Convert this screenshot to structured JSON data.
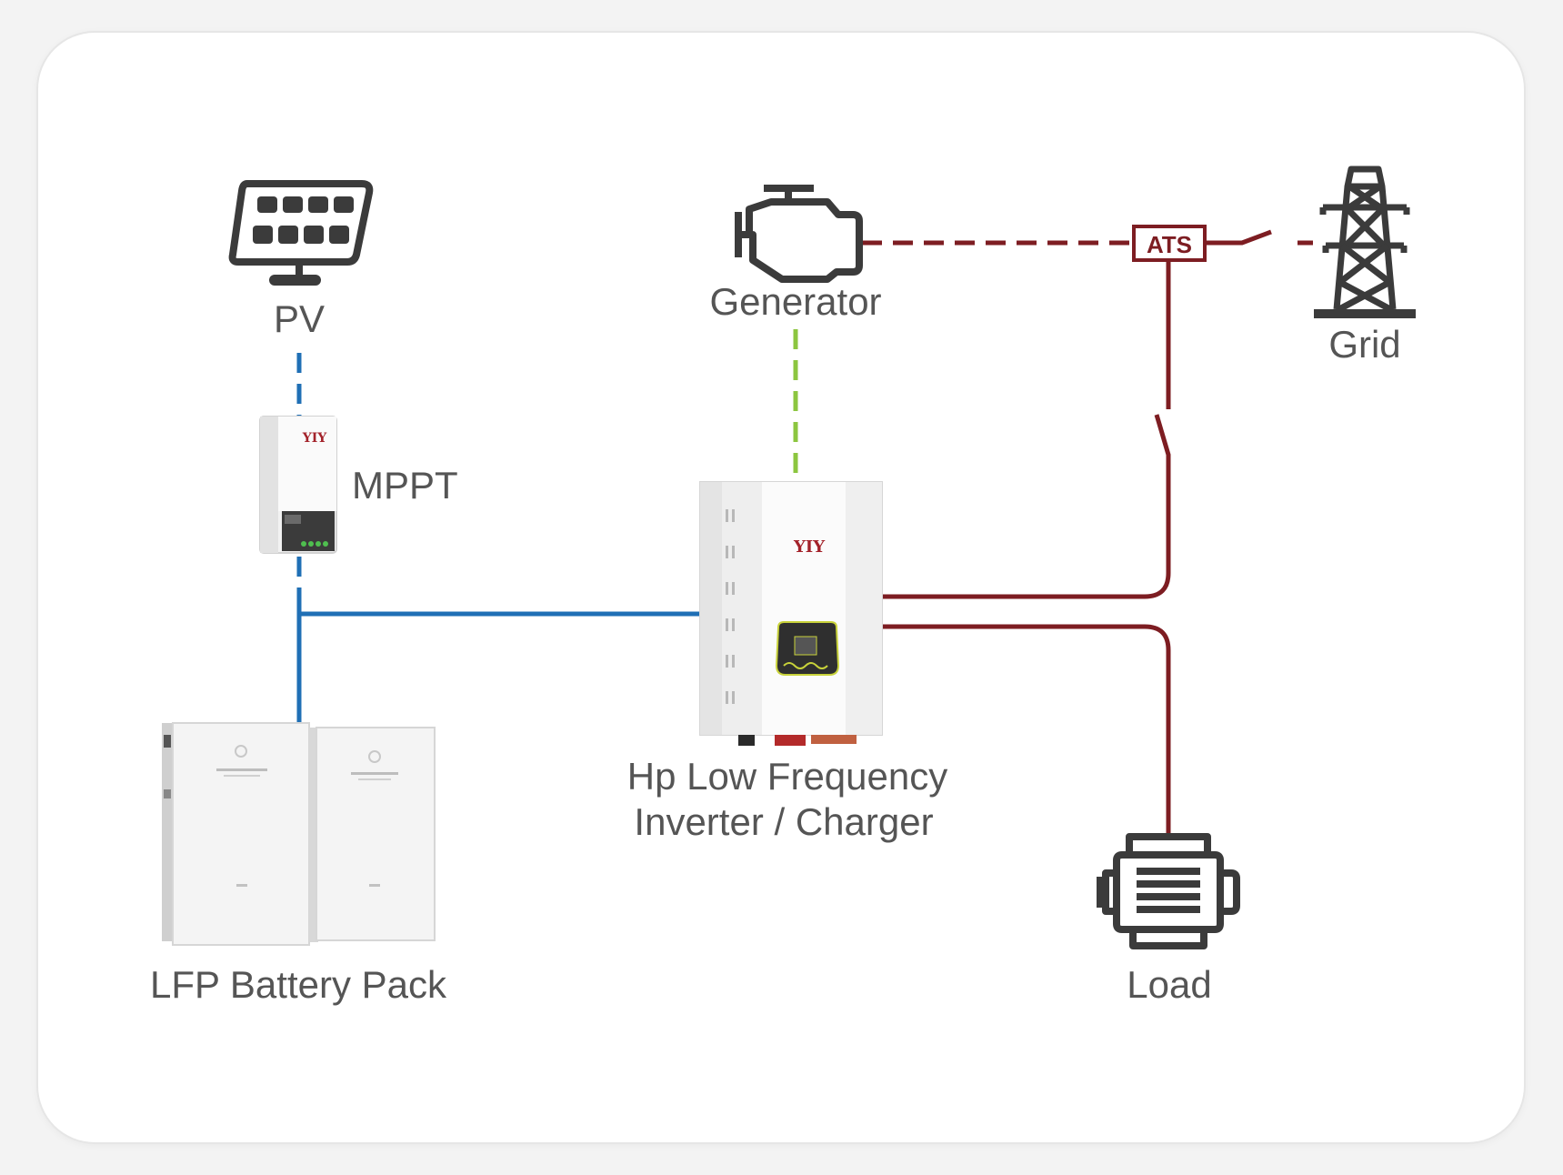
{
  "labels": {
    "pv": "PV",
    "mppt": "MPPT",
    "generator": "Generator",
    "grid": "Grid",
    "ats": "ATS",
    "inverter_line1": "Hp Low Frequency",
    "inverter_line2": "Inverter / Charger",
    "battery": "LFP Battery Pack",
    "load": "Load"
  },
  "device_branding": {
    "brand": "YIY"
  },
  "colors": {
    "dc_line": "#1f6fb5",
    "ac_line": "#7d1d22",
    "generator_link": "#8cc63f",
    "icon_dark": "#3b3b3b",
    "label_text": "#555555",
    "brand_red": "#a3222a"
  },
  "icons": [
    "solar-panel-icon",
    "engine-icon",
    "power-tower-icon",
    "motor-icon"
  ]
}
